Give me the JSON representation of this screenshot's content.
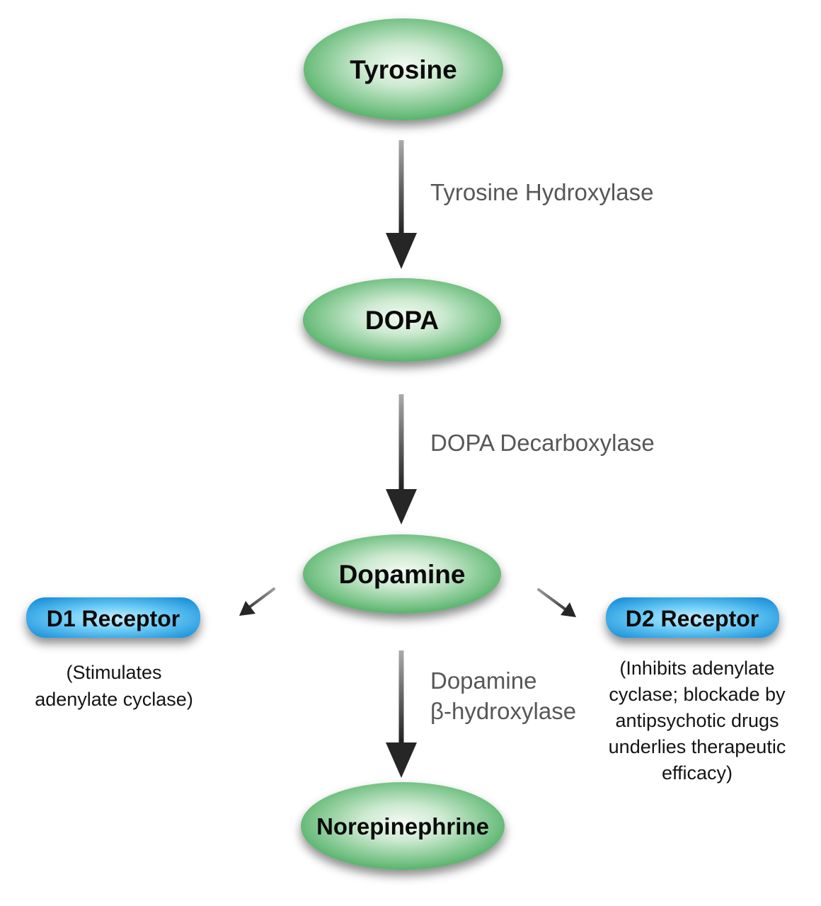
{
  "diagram": {
    "description": "Dopamine synthesis pathway",
    "nodes": {
      "tyrosine": {
        "label": "Tyrosine"
      },
      "dopa": {
        "label": "DOPA"
      },
      "dopamine": {
        "label": "Dopamine"
      },
      "norepinephrine": {
        "label": "Norepinephrine"
      }
    },
    "enzymes": {
      "tyrosine_hydroxylase": {
        "label": "Tyrosine Hydroxylase"
      },
      "dopa_decarboxylase": {
        "label": "DOPA Decarboxylase"
      },
      "dopamine_beta_hydroxylase": {
        "line1": "Dopamine",
        "line2": "β-hydroxylase"
      }
    },
    "receptors": {
      "d1": {
        "label": "D1 Receptor",
        "note_lines": [
          "(Stimulates",
          "adenylate cyclase)"
        ]
      },
      "d2": {
        "label": "D2 Receptor",
        "note_lines": [
          "(Inhibits adenylate",
          "cyclase; blockade by",
          "antipsychotic drugs",
          "underlies therapeutic",
          "efficacy)"
        ]
      }
    },
    "colors": {
      "node_green": "#3ba250",
      "node_green_light": "#f2faf3",
      "receptor_blue": "#1b85c9",
      "receptor_blue_light": "#c9eefd",
      "arrow_dark": "#262626",
      "enzyme_text": "#565759",
      "node_text": "#0b0b0b",
      "note_text": "#141414"
    }
  }
}
